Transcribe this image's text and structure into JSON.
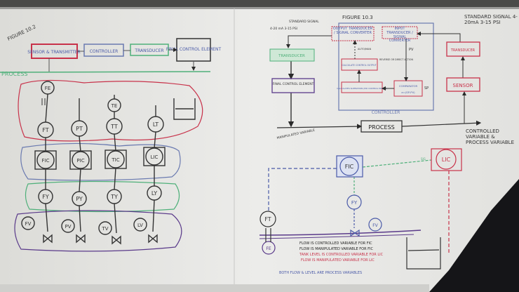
{
  "colors": {
    "board": "#e9e9e6",
    "red": "#c8324a",
    "blue": "#4a5aa8",
    "green": "#4fb07a",
    "purple": "#5a3a8a",
    "black": "#2a2a2a",
    "frame": "#3a3a3a"
  },
  "fig102": {
    "title": "FIGURE 10.2",
    "boxes": [
      "SENSOR & TRANSMITTER",
      "CONTROLLER",
      "TRANSDUCER",
      "FINAL CONTROL ELEMENT"
    ],
    "process": "PROCESS",
    "row0": [
      "FE",
      "TE"
    ],
    "row1": [
      "FT",
      "PT",
      "TT",
      "LT"
    ],
    "row2": [
      "FIC",
      "PIC",
      "TIC",
      "LIC"
    ],
    "row3": [
      "FY",
      "PY",
      "TY",
      "LY"
    ],
    "row4": [
      "FV",
      "PV",
      "TV",
      "LV"
    ]
  },
  "fig103": {
    "title": "FIGURE 10.3",
    "signal_left": "4-20 mA 3-15 PSI",
    "std_left": "STANDARD SIGNAL",
    "std_right": "STANDARD SIGNAL 4-20mA 3-15 PSI",
    "output_transducer": "OUTPUT TRANSDUCER / SIGNAL CONVERTER",
    "input_transducer": "INPUT TRANSDUCER / SIGNAL CONVERTER",
    "auto_man": "AUTO/MAN",
    "calc_output": "CALCULATE CONTROL OUTPUT",
    "reverse": "REVERSE OR DIRECT ACTION",
    "pv": "PV",
    "calc_sum": "CALCULATES SUMMATION (PID CONTROL MODES)",
    "comparator": "COMPARATOR",
    "error": "e=(SP-PV)",
    "sp": "SP",
    "controller": "CONTROLLER",
    "transducer_green": "TRANSDUCER",
    "final_control": "FINAL CONTROL ELEMENT",
    "process": "PROCESS",
    "manipulated": "MANIPULATED VARIABLE",
    "controlled": "CONTROLLED VARIABLE & PROCESS VARIABLE",
    "transducer_red": "TRANSDUCER",
    "sensor": "SENSOR"
  },
  "loop": {
    "fic": "FIC",
    "lic": "LIC",
    "fy": "FY",
    "ft": "FT",
    "fe": "FE",
    "fv": "FV",
    "lic_label": "SIG",
    "notes": [
      "FLOW IS CONTROLLED VARIABLE FOR FIC",
      "FLOW IS MANIPULATED VARIABLE FOR FIC",
      "TANK LEVEL IS CONTROLLED VARIABLE FOR LIC",
      "FLOW IS MANIPULATED VARIABLE FOR LIC",
      "BOTH FLOW & LEVEL ARE PROCESS VARIABLES"
    ]
  }
}
